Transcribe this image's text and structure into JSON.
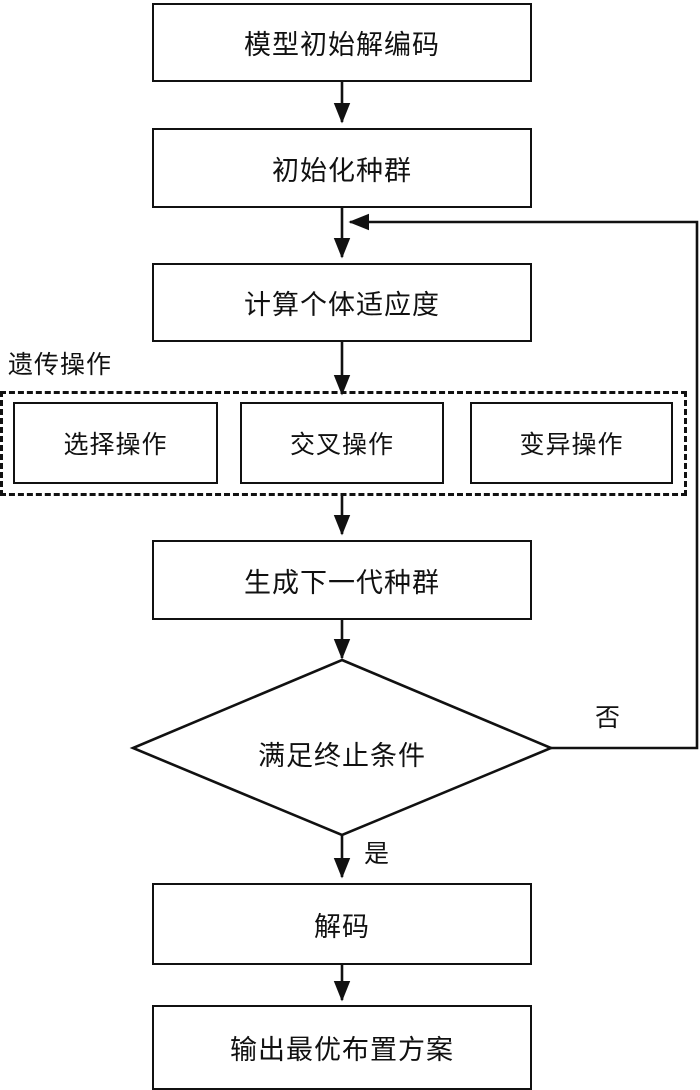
{
  "diagram": {
    "title_text": "",
    "colors": {
      "stroke": "#111111",
      "background": "#ffffff",
      "dashed_stroke": "#111111"
    },
    "nodes": [
      {
        "id": "encode",
        "label": "模型初始解编码",
        "shape": "rect"
      },
      {
        "id": "init_pop",
        "label": "初始化种群",
        "shape": "rect"
      },
      {
        "id": "fitness",
        "label": "计算个体适应度",
        "shape": "rect"
      },
      {
        "id": "selection",
        "label": "选择操作",
        "shape": "rect"
      },
      {
        "id": "crossover",
        "label": "交叉操作",
        "shape": "rect"
      },
      {
        "id": "mutation",
        "label": "变异操作",
        "shape": "rect"
      },
      {
        "id": "next_gen",
        "label": "生成下一代种群",
        "shape": "rect"
      },
      {
        "id": "terminate",
        "label": "满足终止条件",
        "shape": "diamond"
      },
      {
        "id": "decode",
        "label": "解码",
        "shape": "rect"
      },
      {
        "id": "output",
        "label": "输出最优布置方案",
        "shape": "rect"
      }
    ],
    "group": {
      "id": "genetic_operations",
      "label": "遗传操作",
      "style": "dashed"
    },
    "edge_labels": {
      "no": "否",
      "yes": "是"
    }
  }
}
